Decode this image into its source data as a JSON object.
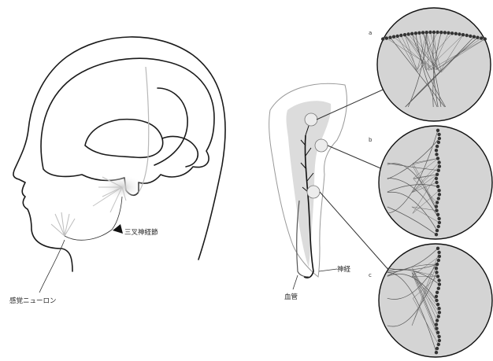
{
  "labels": {
    "trigeminal_ganglion": "三叉神経節",
    "sensory_neuron": "感覚ニューロン",
    "nerve": "神経",
    "blood_vessel": "血管"
  },
  "panels": [
    "a",
    "b",
    "c"
  ],
  "colors": {
    "outline": "#1a1a1a",
    "shading": "#d9d9d9",
    "circle_fill": "#d4d4d4",
    "background": "#ffffff"
  }
}
